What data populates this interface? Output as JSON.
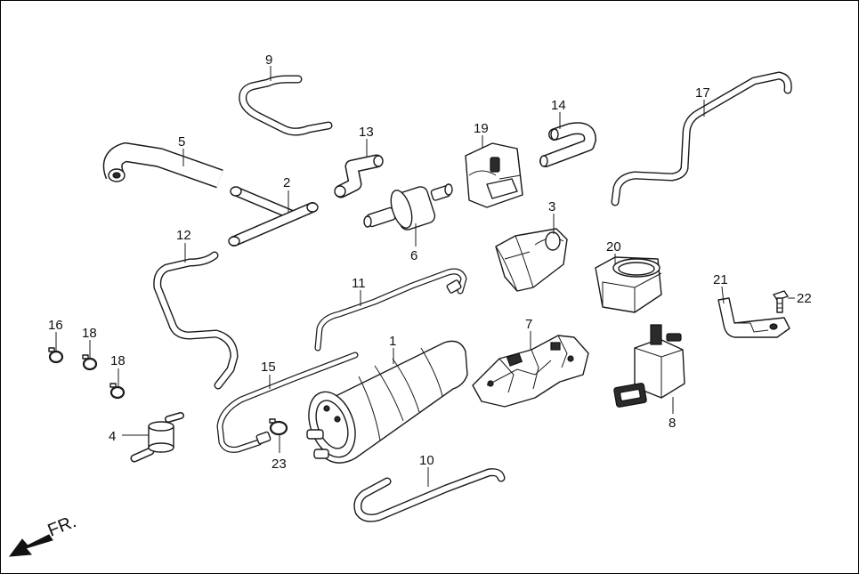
{
  "diagram": {
    "direction_label": "FR.",
    "callouts": [
      "1",
      "2",
      "3",
      "4",
      "5",
      "6",
      "7",
      "8",
      "9",
      "10",
      "11",
      "12",
      "13",
      "14",
      "15",
      "16",
      "17",
      "18",
      "18",
      "19",
      "20",
      "21",
      "22",
      "23"
    ]
  },
  "colors": {
    "line": "#1a1a1a",
    "background": "#ffffff",
    "shade": "#d9d9d9"
  }
}
